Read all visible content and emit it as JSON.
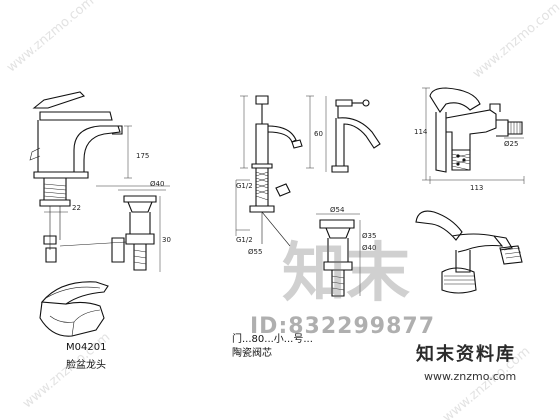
{
  "labels": {
    "model_left": "M04201",
    "caption_left": "脸盆龙头",
    "caption_mid_line1": "门...80...小...号...",
    "caption_mid_line2": "陶瓷阀芯"
  },
  "dims": {
    "d1": "Ø40",
    "d2": "Ø54",
    "d3": "175",
    "d4": "22",
    "d5": "30",
    "d6": "Ø55",
    "d7": "G1/2",
    "d8": "Ø25",
    "d9": "114",
    "d10": "113",
    "d11": "G1/2",
    "d12": "60",
    "d13": "Ø35",
    "d14": "Ø40"
  },
  "watermark": {
    "big_text": "知末",
    "id_text": "ID:832299877",
    "diag_text": "www.znzmo.com",
    "logo_text": "知末资料库",
    "logo_url": "www.znzmo.com"
  }
}
